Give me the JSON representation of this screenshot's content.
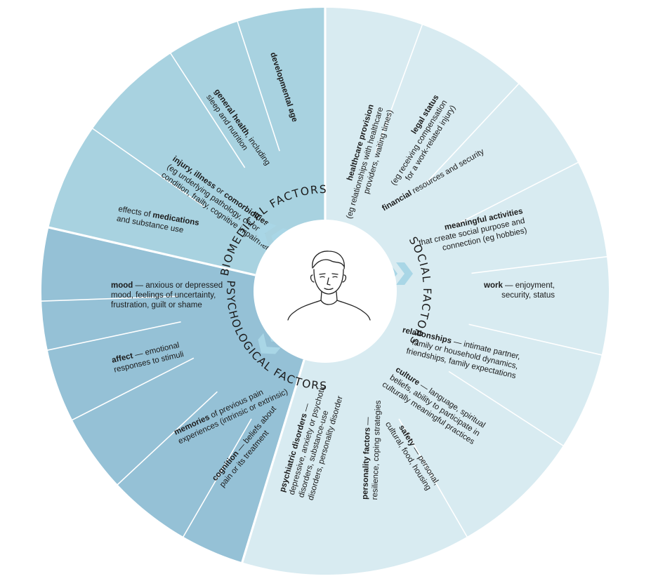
{
  "colors": {
    "biomedical": "#a8d2e0",
    "psychological": "#95c1d6",
    "social": "#d8ebf1",
    "divider": "#ffffff",
    "chevron": "#a9d6e6",
    "center": "#ffffff",
    "text": "#1b1b1b"
  },
  "center_icon": "person-portrait-icon",
  "sectors": [
    {
      "key": "biomedical",
      "title": "BIOMEDICAL FACTORS",
      "segments": [
        {
          "name": "developmental-age",
          "lines": [
            [
              {
                "t": "developmental age",
                "b": true
              }
            ]
          ]
        },
        {
          "name": "general-health",
          "lines": [
            [
              {
                "t": "general health",
                "b": true
              },
              {
                "t": ", including"
              }
            ],
            [
              {
                "t": "sleep and nutrition"
              }
            ]
          ]
        },
        {
          "name": "injury-illness",
          "lines": [
            [
              {
                "t": "injury, illness ",
                "b": true
              },
              {
                "t": "or "
              },
              {
                "t": "comorbidities",
                "b": true
              }
            ],
            [
              {
                "t": "(eg underlying pathology, chronic"
              }
            ],
            [
              {
                "t": "condition, frailty, cognitive impairment)"
              }
            ]
          ]
        },
        {
          "name": "medications",
          "lines": [
            [
              {
                "t": "effects of "
              },
              {
                "t": "medications",
                "b": true
              }
            ],
            [
              {
                "t": "and substance use"
              }
            ]
          ]
        }
      ]
    },
    {
      "key": "psychological",
      "title": "PSYCHOLOGICAL FACTORS",
      "segments": [
        {
          "name": "mood",
          "lines": [
            [
              {
                "t": "mood",
                "b": true
              },
              {
                "t": " — anxious or depressed"
              }
            ],
            [
              {
                "t": "mood, feelings of uncertainty,"
              }
            ],
            [
              {
                "t": "frustration, guilt or shame"
              }
            ]
          ]
        },
        {
          "name": "affect",
          "lines": [
            [
              {
                "t": "affect",
                "b": true
              },
              {
                "t": " — emotional"
              }
            ],
            [
              {
                "t": "responses to stimuli"
              }
            ]
          ]
        },
        {
          "name": "memories",
          "lines": [
            [
              {
                "t": "memories",
                "b": true
              },
              {
                "t": " of previous pain"
              }
            ],
            [
              {
                "t": "experiences (intrinsic or extrinsic)"
              }
            ]
          ]
        },
        {
          "name": "cognition",
          "lines": [
            [
              {
                "t": "cognition",
                "b": true
              },
              {
                "t": " — beliefs about"
              }
            ],
            [
              {
                "t": "pain or its treatment"
              }
            ]
          ]
        },
        {
          "name": "psychiatric-disorders",
          "lines": [
            [
              {
                "t": "psychiatric disorders",
                "b": true
              },
              {
                "t": " —"
              }
            ],
            [
              {
                "t": "depressive, anxiety or psychotic"
              }
            ],
            [
              {
                "t": "disorders, substance-use"
              }
            ],
            [
              {
                "t": "disorders, personality disorder"
              }
            ]
          ]
        },
        {
          "name": "personality-factors",
          "lines": [
            [
              {
                "t": "personality factors",
                "b": true
              },
              {
                "t": " —"
              }
            ],
            [
              {
                "t": "resilience, coping strategies"
              }
            ]
          ]
        }
      ]
    },
    {
      "key": "social",
      "title": "SOCIAL FACTORS",
      "segments": [
        {
          "name": "healthcare-provision",
          "lines": [
            [
              {
                "t": "healthcare provision",
                "b": true
              }
            ],
            [
              {
                "t": "(eg relationships with healthcare"
              }
            ],
            [
              {
                "t": "providers, waiting times)"
              }
            ]
          ]
        },
        {
          "name": "legal-status",
          "lines": [
            [
              {
                "t": "legal status",
                "b": true
              }
            ],
            [
              {
                "t": "(eg receiving compensation"
              }
            ],
            [
              {
                "t": "for a work-related injury)"
              }
            ]
          ]
        },
        {
          "name": "financial",
          "lines": [
            [
              {
                "t": "financial",
                "b": true
              },
              {
                "t": " resources and security"
              }
            ]
          ]
        },
        {
          "name": "meaningful-activities",
          "lines": [
            [
              {
                "t": "meaningful activities",
                "b": true
              }
            ],
            [
              {
                "t": "that create social purpose and"
              }
            ],
            [
              {
                "t": "connection (eg hobbies)"
              }
            ]
          ]
        },
        {
          "name": "work",
          "lines": [
            [
              {
                "t": "work",
                "b": true
              },
              {
                "t": " — enjoyment,"
              }
            ],
            [
              {
                "t": "security, status"
              }
            ]
          ]
        },
        {
          "name": "relationships",
          "lines": [
            [
              {
                "t": "relationships",
                "b": true
              },
              {
                "t": " — intimate partner,"
              }
            ],
            [
              {
                "t": "family or household dynamics,"
              }
            ],
            [
              {
                "t": "friendships, family expectations"
              }
            ]
          ]
        },
        {
          "name": "culture",
          "lines": [
            [
              {
                "t": "culture",
                "b": true
              },
              {
                "t": " — language, spiritual"
              }
            ],
            [
              {
                "t": "beliefs, ability to participate in"
              }
            ],
            [
              {
                "t": "culturally meaningful practices"
              }
            ]
          ]
        },
        {
          "name": "safety",
          "lines": [
            [
              {
                "t": "safety",
                "b": true
              },
              {
                "t": " — personal,"
              }
            ],
            [
              {
                "t": "cultural, food, housing"
              }
            ]
          ]
        }
      ]
    }
  ]
}
